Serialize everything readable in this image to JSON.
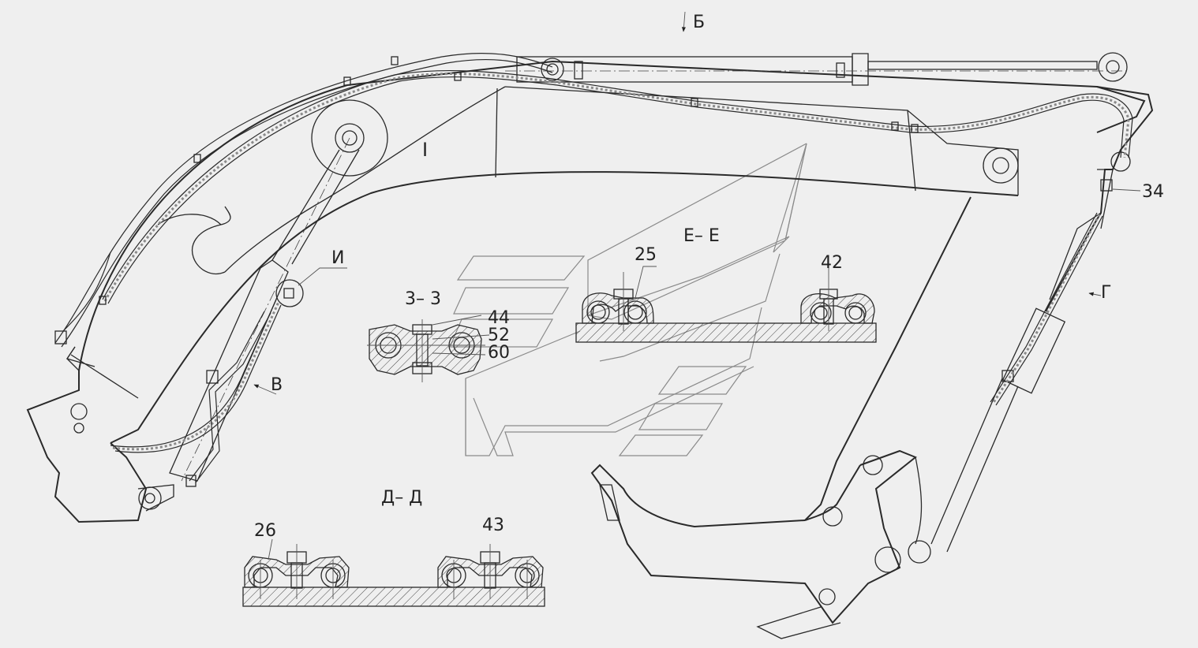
{
  "labels": {
    "view_b": "Б",
    "view_v": "В",
    "view_g": "Г",
    "zone_i": "И",
    "zone_roman": "I",
    "section_ee": "Е– Е",
    "section_dd": "Д– Д",
    "section_33": "3– 3"
  },
  "callouts": {
    "p25": "25",
    "p42": "42",
    "p44": "44",
    "p52": "52",
    "p60": "60",
    "p26": "26",
    "p43": "43",
    "p34": "34"
  }
}
